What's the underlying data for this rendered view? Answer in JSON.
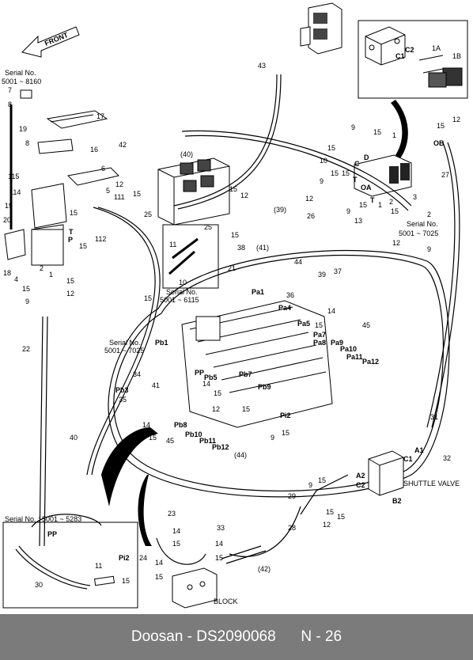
{
  "header": {
    "front_arrow": "FRONT"
  },
  "serials": {
    "top_left_label": "Serial No.",
    "top_left_range": "5001 ~ 8160",
    "mid_right_label": "Serial No.",
    "mid_right_range": "5001 ~ 7025",
    "center_box_label": "Serial No.",
    "center_box_range": "5001 ~ 6115",
    "left_mid_label": "Serial No.",
    "left_mid_range": "5001 ~ 7025",
    "bottom_left": "Serial No. : 5001 ~ 5283"
  },
  "callouts": {
    "shuttle_valve": "SHUTTLE VALVE",
    "block": "BLOCK",
    "ob": "OB",
    "oa": "OA",
    "pp": "PP",
    "pi2": "Pi2",
    "pa1": "Pa1",
    "pa4": "Pa4",
    "pa5": "Pa5",
    "pa7": "Pa7",
    "pa8": "Pa8",
    "pa9": "Pa9",
    "pa10": "Pa10",
    "pa11": "Pa11",
    "pa12": "Pa12",
    "pb1": "Pb1",
    "pb3": "Pb3",
    "pb5": "Pb5",
    "pb7": "Pb7",
    "pb8": "Pb8",
    "pb9": "Pb9",
    "pb10": "Pb10",
    "pb11": "Pb11",
    "pb12": "Pb12",
    "a1": "A1",
    "c1": "C1",
    "a2": "A2",
    "c2": "C2",
    "b2": "B2",
    "c2_inset": "C2",
    "c1_inset": "C1",
    "a_1": "1A",
    "b_1": "1B",
    "t": "T",
    "p": "P",
    "d": "D",
    "c": "C"
  },
  "parts": {
    "n1": "1",
    "n2": "2",
    "n3": "3",
    "n4": "4",
    "n5": "5",
    "n6": "6",
    "n7": "7",
    "n8": "8",
    "n9": "9",
    "n10": "10",
    "n11": "11",
    "n12": "12",
    "n13": "13",
    "n14": "14",
    "n15": "15",
    "n16": "16",
    "n17": "17",
    "n18": "18",
    "n19": "19",
    "n20": "20",
    "n21": "21",
    "n22": "22",
    "n23": "23",
    "n24": "24",
    "n25": "25",
    "n26": "26",
    "n27": "27",
    "n28": "28",
    "n29": "29",
    "n30": "30",
    "n31": "31",
    "n32": "32",
    "n33": "33",
    "n34": "34",
    "n35": "35",
    "n36": "36",
    "n37": "37",
    "n38": "38",
    "n39": "39",
    "n40": "40",
    "n41": "41",
    "n42": "42",
    "n43": "43",
    "n44": "44",
    "n45": "45",
    "n111": "111",
    "n112": "112",
    "n114": "114",
    "n115": "115",
    "p39": "(39)",
    "p40": "(40)",
    "p41": "(41)",
    "p42": "(42)",
    "p44": "(44)"
  },
  "footer": {
    "brand": "Doosan",
    "doc_number": "DS2090068",
    "page": "N - 26"
  },
  "colors": {
    "footer_bg": "#7b7b7b",
    "footer_text": "#ffffff",
    "line": "#000000"
  }
}
